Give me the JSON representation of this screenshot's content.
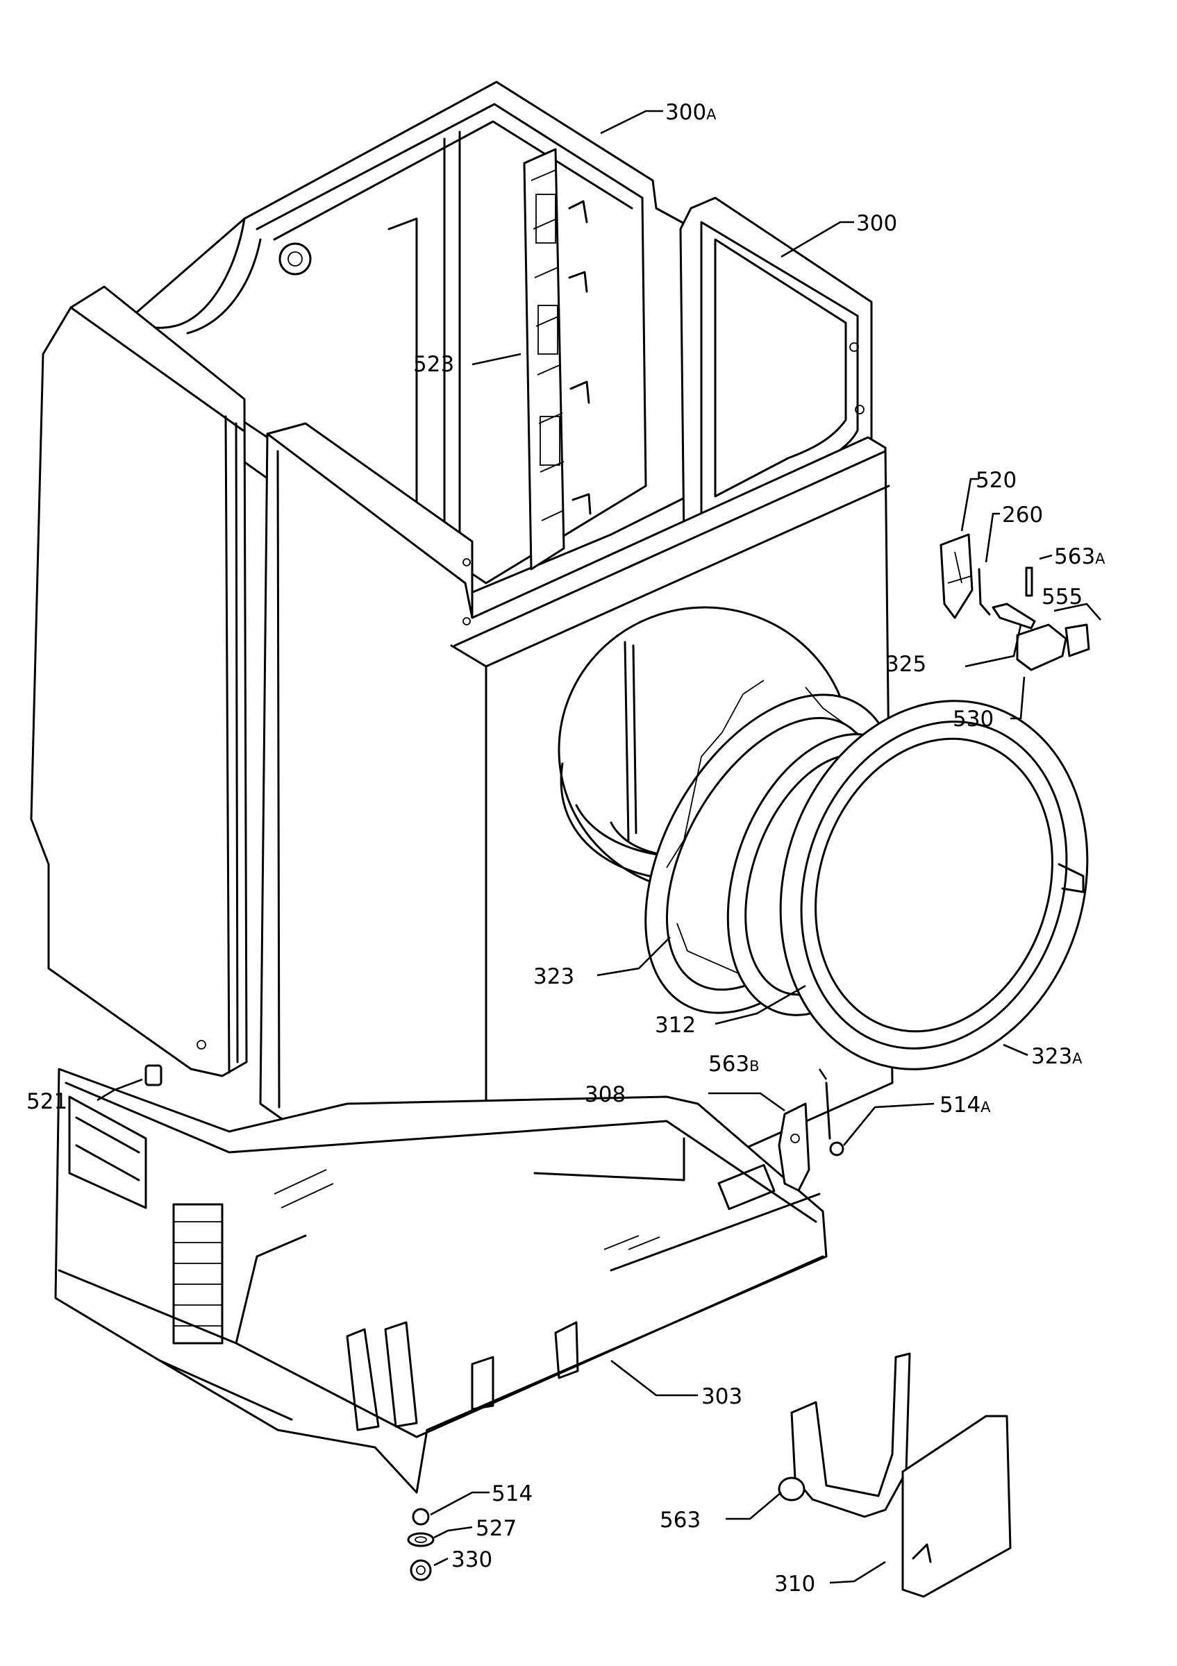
{
  "callouts": [
    {
      "id": "300a",
      "num": "300",
      "suffix": "A"
    },
    {
      "id": "300",
      "num": "300",
      "suffix": ""
    },
    {
      "id": "523",
      "num": "523",
      "suffix": ""
    },
    {
      "id": "520",
      "num": "520",
      "suffix": ""
    },
    {
      "id": "260",
      "num": "260",
      "suffix": ""
    },
    {
      "id": "563a",
      "num": "563",
      "suffix": "A"
    },
    {
      "id": "555",
      "num": "555",
      "suffix": ""
    },
    {
      "id": "325",
      "num": "325",
      "suffix": ""
    },
    {
      "id": "530",
      "num": "530",
      "suffix": ""
    },
    {
      "id": "323",
      "num": "323",
      "suffix": ""
    },
    {
      "id": "312",
      "num": "312",
      "suffix": ""
    },
    {
      "id": "323a",
      "num": "323",
      "suffix": "A"
    },
    {
      "id": "563b",
      "num": "563",
      "suffix": "B"
    },
    {
      "id": "308",
      "num": "308",
      "suffix": ""
    },
    {
      "id": "514a",
      "num": "514",
      "suffix": "A"
    },
    {
      "id": "521",
      "num": "521",
      "suffix": ""
    },
    {
      "id": "303",
      "num": "303",
      "suffix": ""
    },
    {
      "id": "514",
      "num": "514",
      "suffix": ""
    },
    {
      "id": "527",
      "num": "527",
      "suffix": ""
    },
    {
      "id": "330",
      "num": "330",
      "suffix": ""
    },
    {
      "id": "563",
      "num": "563",
      "suffix": ""
    },
    {
      "id": "310",
      "num": "310",
      "suffix": ""
    }
  ]
}
